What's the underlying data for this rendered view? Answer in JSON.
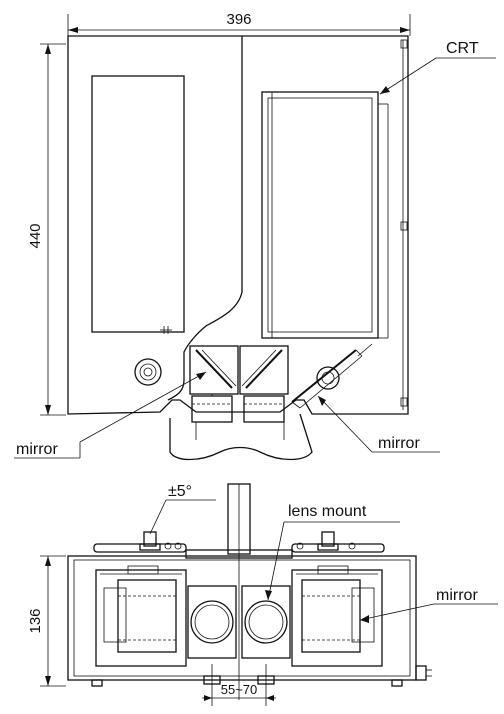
{
  "top_view": {
    "width_dim": "396",
    "height_dim": "440",
    "crt_label": "CRT",
    "mirror_left_label": "mirror",
    "mirror_right_label": "mirror"
  },
  "front_view": {
    "tilt_label": "±5°",
    "lens_mount_label": "lens mount",
    "mirror_label": "mirror",
    "height_dim": "136",
    "lens_spacing_dim": "55~70"
  }
}
